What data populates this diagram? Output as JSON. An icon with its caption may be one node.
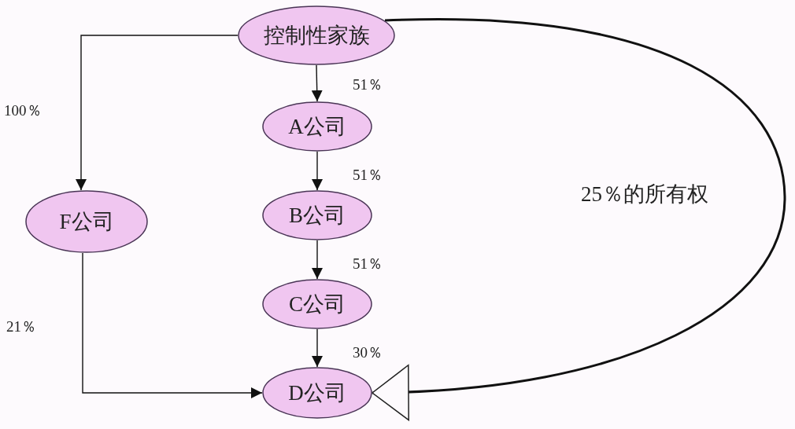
{
  "diagram": {
    "nodes": [
      {
        "text": [
          "控制性家族"
        ]
      },
      {
        "text": [
          "A公司"
        ]
      },
      {
        "text": [
          "F公司"
        ]
      },
      {
        "text": [
          "B公司"
        ]
      },
      {
        "text": [
          "C公司"
        ]
      },
      {
        "text": [
          "D公司"
        ]
      }
    ],
    "edges": [
      {
        "from": 0,
        "to": 2,
        "arrow": "to",
        "label": "100％"
      },
      {
        "from": 0,
        "to": 1,
        "arrow": "to",
        "label": "51％"
      },
      {
        "from": 1,
        "to": 3,
        "arrow": "to",
        "label": "51％"
      },
      {
        "from": 3,
        "to": 4,
        "arrow": "to",
        "label": "51％"
      },
      {
        "from": 4,
        "to": 5,
        "arrow": "to",
        "label": "30％"
      },
      {
        "from": 2,
        "to": 5,
        "arrow": "to",
        "label": "21％"
      },
      {
        "from": 0,
        "to": 5,
        "arrow": "to",
        "label": "25％的所有权",
        "style": "thick"
      }
    ]
  }
}
